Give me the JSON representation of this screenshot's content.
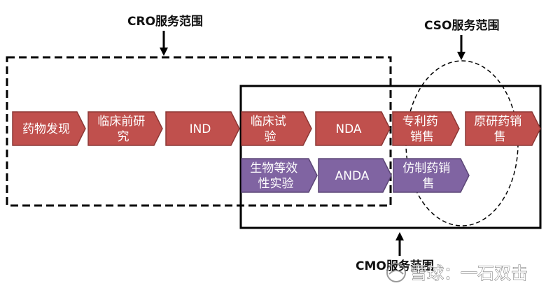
{
  "labels": {
    "cro": "CRO服务范围",
    "cso": "CSO服务范围",
    "cmo": "CMO服务范围"
  },
  "colors": {
    "red": "#c0504d",
    "purple": "#8064a2",
    "redBorder": "#8c3836",
    "purpleBorder": "#5c4776"
  },
  "nodes": {
    "discovery": {
      "lines": [
        "药物发现"
      ]
    },
    "preclinical": {
      "lines": [
        "临床前研",
        "究"
      ]
    },
    "ind": {
      "lines": [
        "IND"
      ]
    },
    "clinical": {
      "lines": [
        "临床试",
        "验"
      ]
    },
    "nda": {
      "lines": [
        "NDA"
      ]
    },
    "patentSales": {
      "lines": [
        "专利药",
        "销售"
      ]
    },
    "originSales": {
      "lines": [
        "原研药销",
        "售"
      ]
    },
    "bioeq": {
      "lines": [
        "生物等效",
        "性实验"
      ]
    },
    "anda": {
      "lines": [
        "ANDA"
      ]
    },
    "genericSales": {
      "lines": [
        "仿制药销",
        "售"
      ]
    }
  },
  "watermark": "雪球：一石双击"
}
